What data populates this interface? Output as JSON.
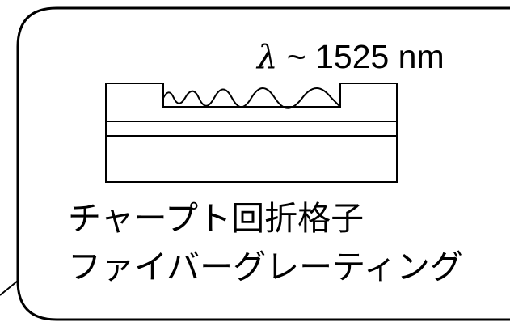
{
  "callout": {
    "wavelength_symbol": "λ",
    "wavelength_text": " ~ 1525 nm",
    "caption_line_1": "チャープト回折格子",
    "caption_line_2": "ファイバーグレーティング"
  },
  "colors": {
    "stroke": "#000000",
    "background": "#ffffff"
  }
}
